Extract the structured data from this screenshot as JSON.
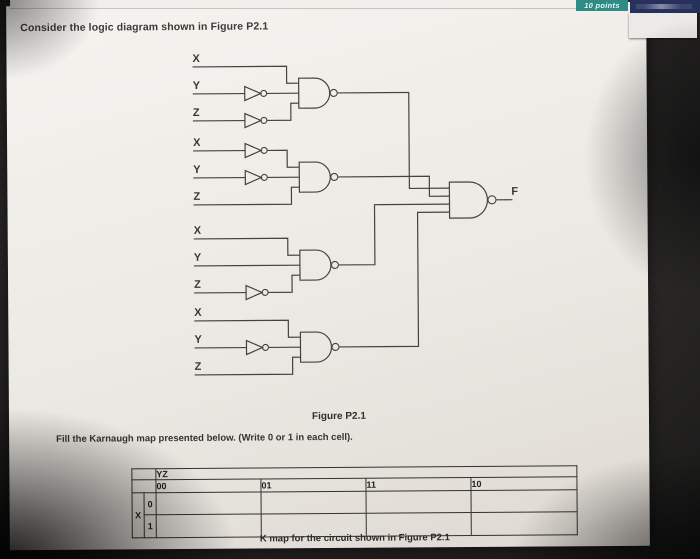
{
  "header": {
    "points_badge": "10 points"
  },
  "colors": {
    "points_badge_bg": "#2d8c85",
    "nav_badge_bg": "#26315d"
  },
  "page": {
    "intro": "Consider the logic diagram shown in Figure P2.1",
    "kmap_instruction": "Fill the Karnaugh map presented below. (Write 0 or 1 in each cell)."
  },
  "figure": {
    "caption": "Figure P2.1",
    "output_label": "F",
    "final_gate": "NAND",
    "groups": [
      {
        "gate": "NAND",
        "inputs": [
          "X",
          "Y",
          "Z"
        ],
        "inverted_inputs": [
          "Y",
          "Z"
        ]
      },
      {
        "gate": "NAND",
        "inputs": [
          "X",
          "Y",
          "Z"
        ],
        "inverted_inputs": [
          "X",
          "Y"
        ]
      },
      {
        "gate": "NAND",
        "inputs": [
          "X",
          "Y",
          "Z"
        ],
        "inverted_inputs": [
          "Z"
        ]
      },
      {
        "gate": "NAND",
        "inputs": [
          "X",
          "Y",
          "Z"
        ],
        "inverted_inputs": [
          "Y"
        ]
      }
    ]
  },
  "kmap": {
    "col_axis_label": "YZ",
    "row_axis_label": "X",
    "col_headers": [
      "00",
      "01",
      "11",
      "10"
    ],
    "row_headers": [
      "0",
      "1"
    ],
    "cells": [
      [
        "",
        "",
        "",
        ""
      ],
      [
        "",
        "",
        "",
        ""
      ]
    ],
    "caption": "K map for the circuit shown in Figure P2.1"
  }
}
